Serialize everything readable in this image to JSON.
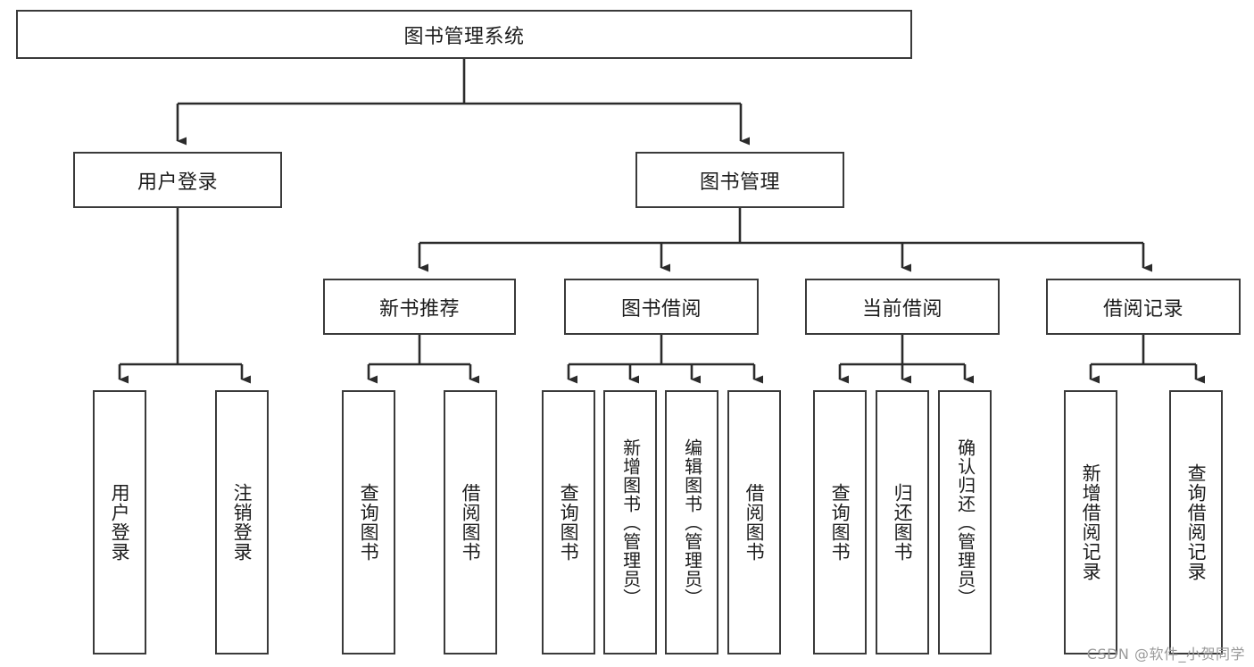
{
  "diagram": {
    "type": "tree",
    "title": "图书管理系统",
    "watermark": "CSDN @软件_小贺同学",
    "colors": {
      "box_border": "#3a3a3a",
      "box_fill": "#ffffff",
      "connector": "#2b2b2b",
      "text": "#1d1d1d",
      "watermark": "#9a9a9a"
    },
    "levels": {
      "root": {
        "label": "图书管理系统"
      },
      "level2": [
        {
          "label": "用户登录"
        },
        {
          "label": "图书管理"
        }
      ],
      "level3": [
        {
          "label": "新书推荐"
        },
        {
          "label": "图书借阅"
        },
        {
          "label": "当前借阅"
        },
        {
          "label": "借阅记录"
        }
      ],
      "leaves": {
        "user_login": [
          {
            "label": "用户登录"
          },
          {
            "label": "注销登录"
          }
        ],
        "new_book_recommend": [
          {
            "label": "查询图书"
          },
          {
            "label": "借阅图书"
          }
        ],
        "book_borrow": [
          {
            "label": "查询图书"
          },
          {
            "label": "新增图书（管理员）"
          },
          {
            "label": "编辑图书（管理员）"
          },
          {
            "label": "借阅图书"
          }
        ],
        "current_borrow": [
          {
            "label": "查询图书"
          },
          {
            "label": "归还图书"
          },
          {
            "label": "确认归还（管理员）"
          }
        ],
        "borrow_record": [
          {
            "label": "新增借阅记录"
          },
          {
            "label": "查询借阅记录"
          }
        ]
      }
    }
  }
}
